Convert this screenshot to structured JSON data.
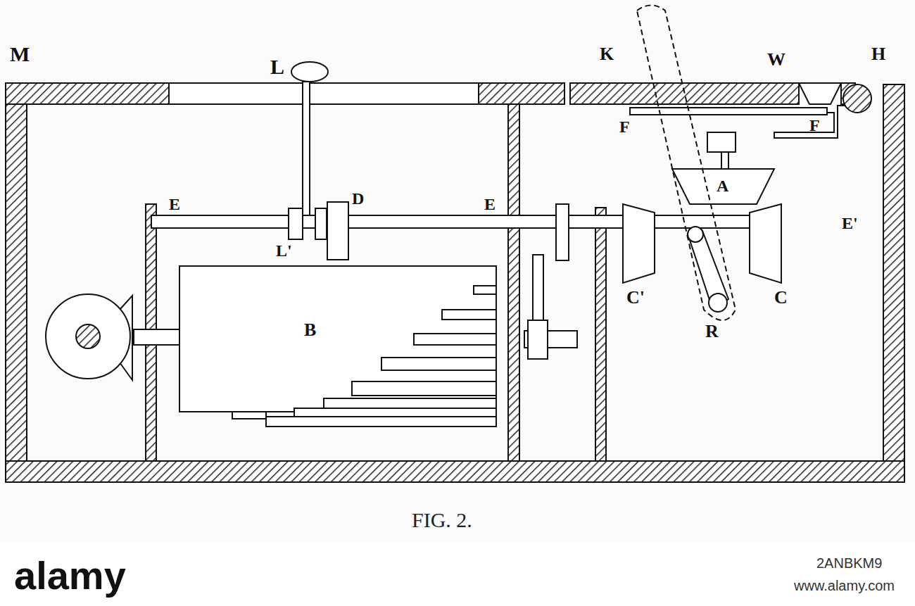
{
  "diagram": {
    "caption": "FIG. 2.",
    "labels": [
      "M",
      "L",
      "K",
      "W",
      "H",
      "F",
      "F",
      "E",
      "L'",
      "D",
      "E",
      "A",
      "E'",
      "C'",
      "C",
      "R",
      "B",
      "alamy",
      "2ANBKM9",
      "www.alamy.com"
    ]
  }
}
